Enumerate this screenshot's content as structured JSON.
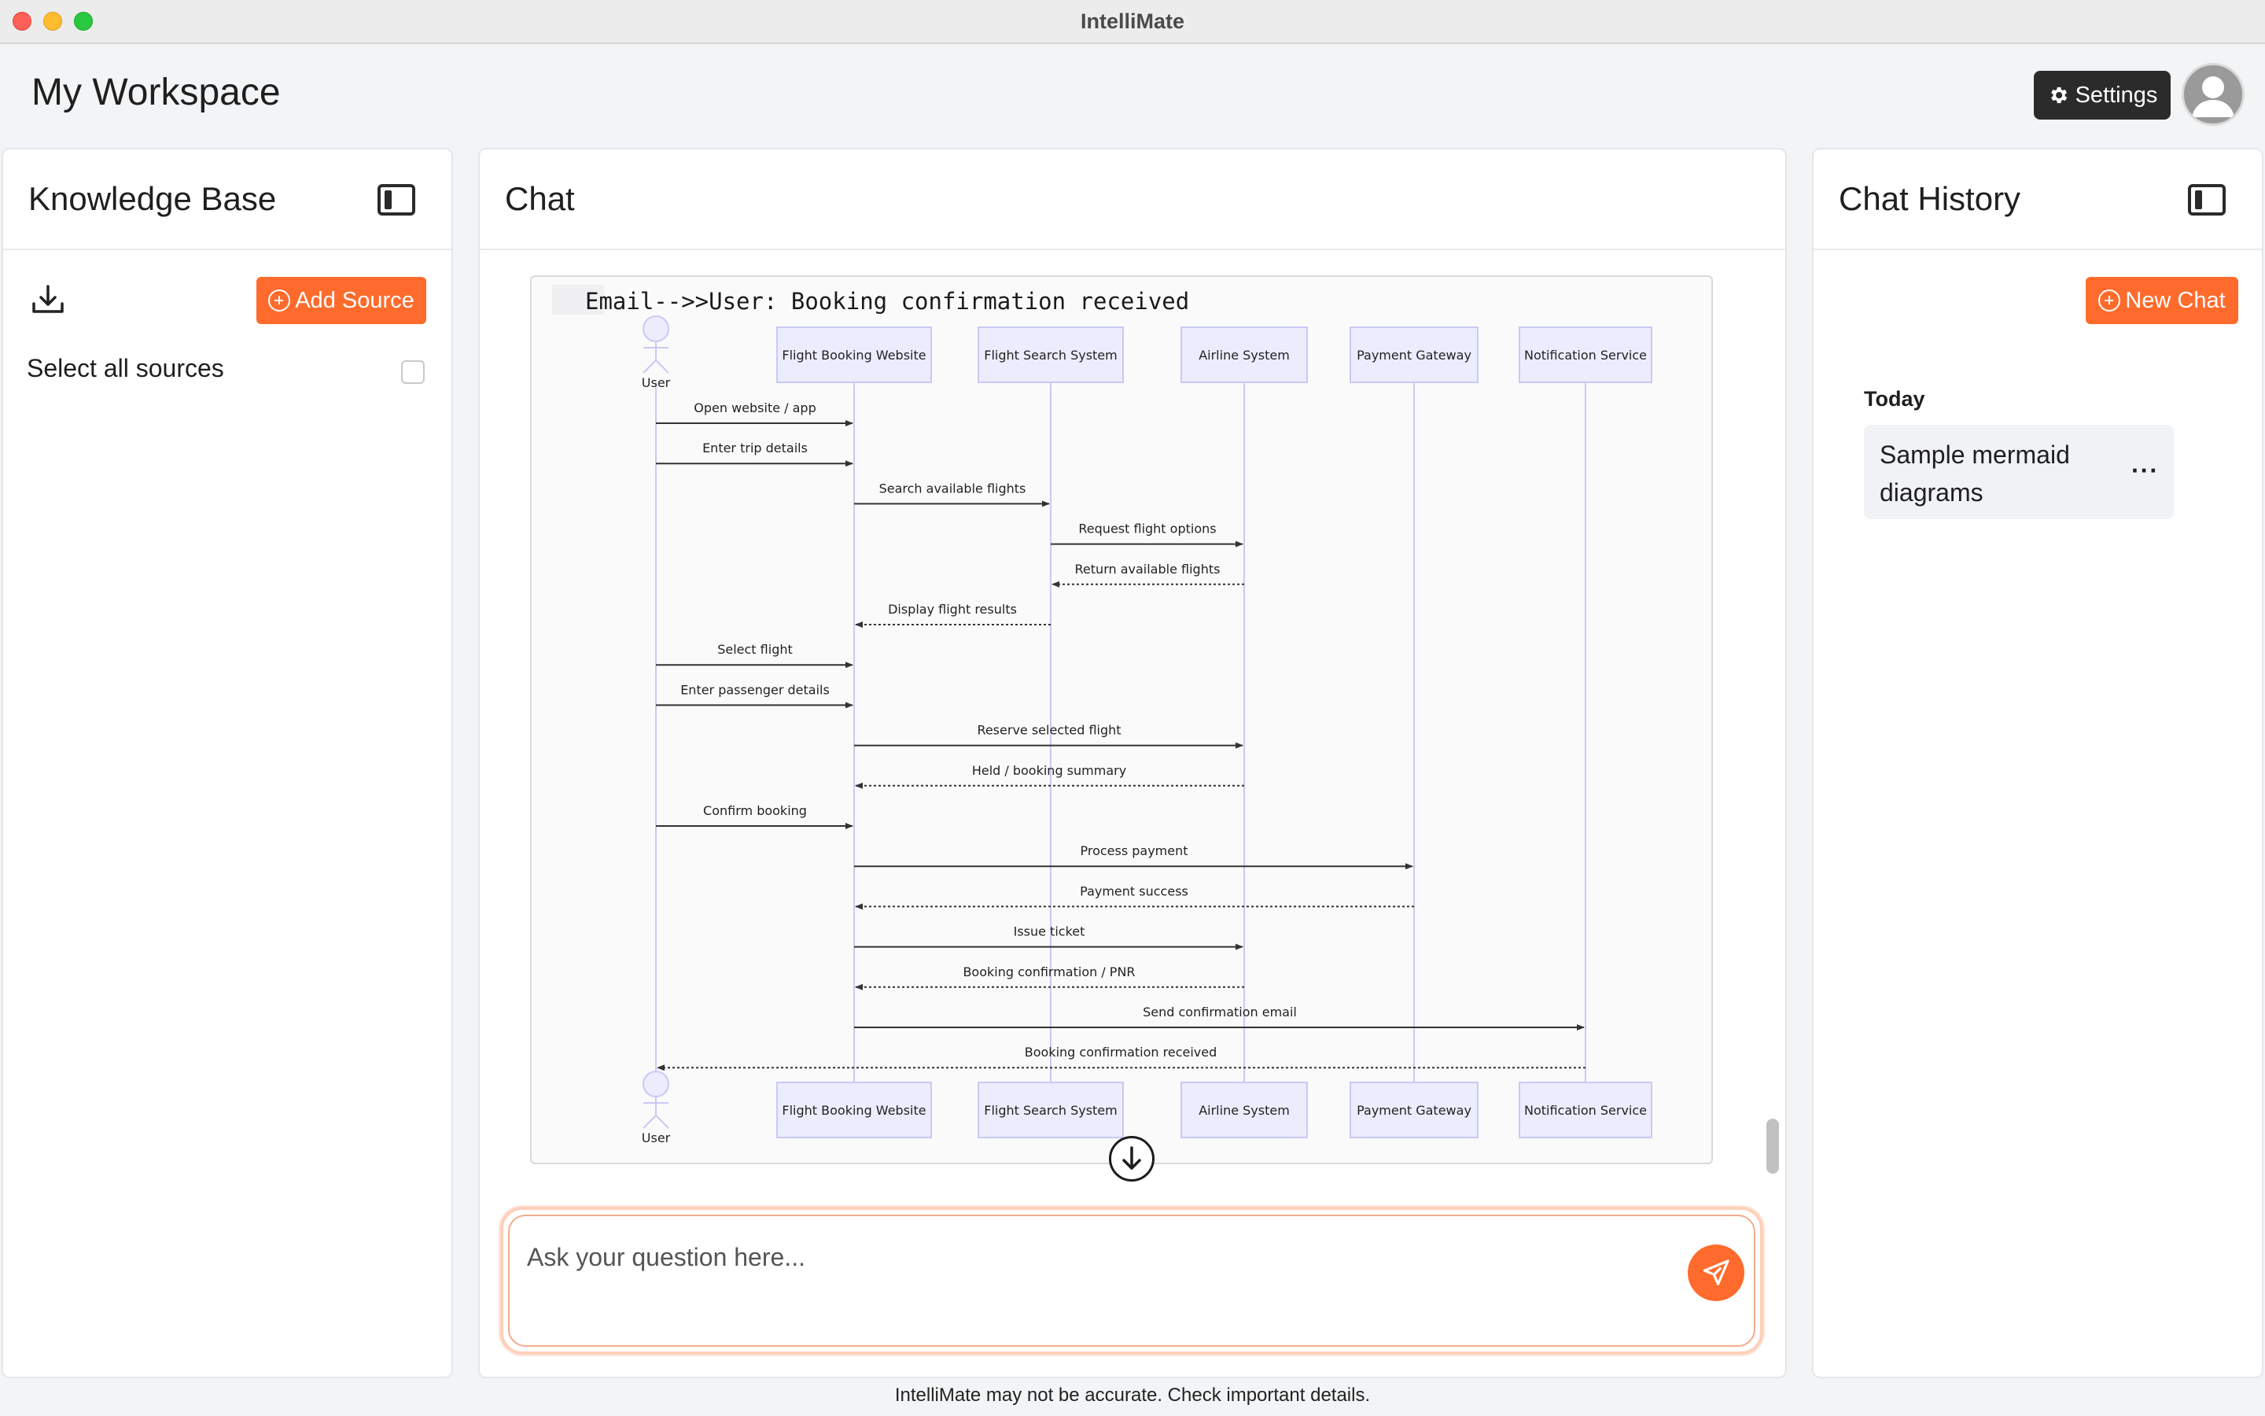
{
  "window": {
    "title": "IntelliMate"
  },
  "header": {
    "workspace_title": "My Workspace",
    "settings_label": "Settings"
  },
  "knowledge_base": {
    "title": "Knowledge Base",
    "add_source_label": "Add Source",
    "select_all_label": "Select all sources",
    "select_all_checked": false
  },
  "chat": {
    "title": "Chat",
    "code_line": "Email-->>User: Booking confirmation received",
    "input_placeholder": "Ask your question here...",
    "input_value": ""
  },
  "diagram": {
    "actor_user": "User",
    "participants": [
      "Flight Booking Website",
      "Flight Search System",
      "Airline System",
      "Payment Gateway",
      "Notification Service"
    ],
    "messages": [
      {
        "text": "Open website / app",
        "from": 0,
        "to": 1,
        "dashed": false
      },
      {
        "text": "Enter trip details",
        "from": 0,
        "to": 1,
        "dashed": false
      },
      {
        "text": "Search available flights",
        "from": 1,
        "to": 2,
        "dashed": false
      },
      {
        "text": "Request flight options",
        "from": 2,
        "to": 3,
        "dashed": false
      },
      {
        "text": "Return available flights",
        "from": 3,
        "to": 2,
        "dashed": true
      },
      {
        "text": "Display flight results",
        "from": 2,
        "to": 1,
        "dashed": true
      },
      {
        "text": "Select flight",
        "from": 0,
        "to": 1,
        "dashed": false
      },
      {
        "text": "Enter passenger details",
        "from": 0,
        "to": 1,
        "dashed": false
      },
      {
        "text": "Reserve selected flight",
        "from": 1,
        "to": 3,
        "dashed": false
      },
      {
        "text": "Held / booking summary",
        "from": 3,
        "to": 1,
        "dashed": true
      },
      {
        "text": "Confirm booking",
        "from": 0,
        "to": 1,
        "dashed": false
      },
      {
        "text": "Process payment",
        "from": 1,
        "to": 4,
        "dashed": false
      },
      {
        "text": "Payment success",
        "from": 4,
        "to": 1,
        "dashed": true
      },
      {
        "text": "Issue ticket",
        "from": 1,
        "to": 3,
        "dashed": false
      },
      {
        "text": "Booking confirmation / PNR",
        "from": 3,
        "to": 1,
        "dashed": true
      },
      {
        "text": "Send confirmation email",
        "from": 1,
        "to": 5,
        "dashed": false
      },
      {
        "text": "Booking confirmation received",
        "from": 5,
        "to": 0,
        "dashed": true
      }
    ]
  },
  "chat_history": {
    "title": "Chat History",
    "new_chat_label": "New Chat",
    "group_label": "Today",
    "items": [
      {
        "title": "Sample mermaid diagrams",
        "menu": "···"
      }
    ]
  },
  "footer": {
    "disclaimer": "IntelliMate may not be accurate. Check important details."
  },
  "colors": {
    "accent": "#ff6b2c",
    "participant_fill": "#ececff",
    "participant_stroke": "#c9c9f5",
    "lifeline": "#c9c9f5"
  }
}
